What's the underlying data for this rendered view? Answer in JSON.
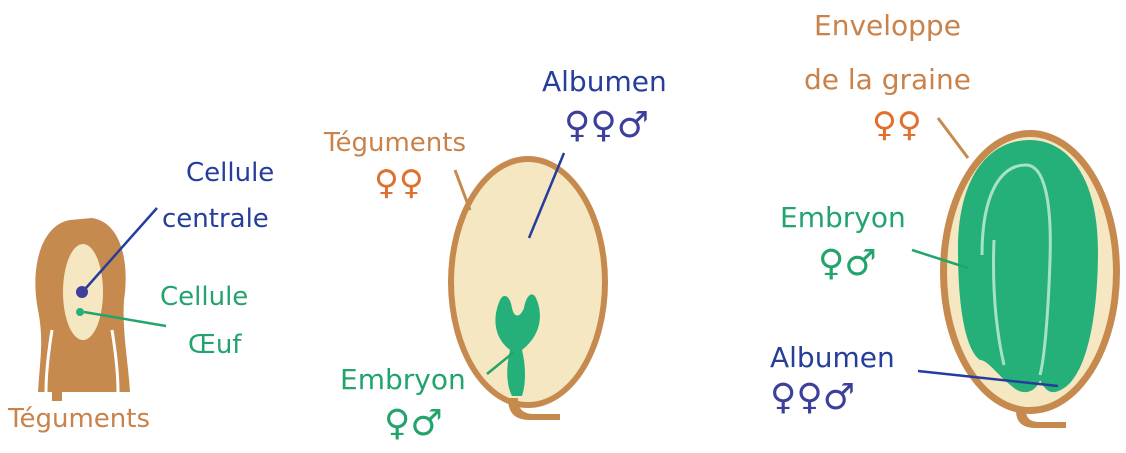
{
  "colors": {
    "tegument": "#c68a4e",
    "albumen_fill": "#f4e7c2",
    "embryo": "#26b079",
    "embryo_dark": "#1f9e69",
    "central_cell_nucleus": "#3e3f9a",
    "label_brown": "#c8824a",
    "label_blue": "#253d9b",
    "label_green": "#22a46c",
    "symbol_orange": "#e0702e",
    "symbol_violet": "#3e3f9a"
  },
  "stage1": {
    "cellule_centrale": [
      "Cellule",
      "centrale"
    ],
    "cellule_oeuf": [
      "Cellule",
      "Œuf"
    ],
    "teguments": "Téguments"
  },
  "stage2": {
    "teguments": "Téguments",
    "teguments_symbols": "♀♀",
    "albumen": "Albumen",
    "albumen_symbols": "♀♀♂",
    "embryon": "Embryon",
    "embryon_symbols": "♀♂"
  },
  "stage3": {
    "enveloppe": [
      "Enveloppe",
      "de la graine"
    ],
    "enveloppe_symbols": "♀♀",
    "embryon": "Embryon",
    "embryon_symbols": "♀♂",
    "albumen": "Albumen",
    "albumen_symbols": "♀♀♂"
  }
}
